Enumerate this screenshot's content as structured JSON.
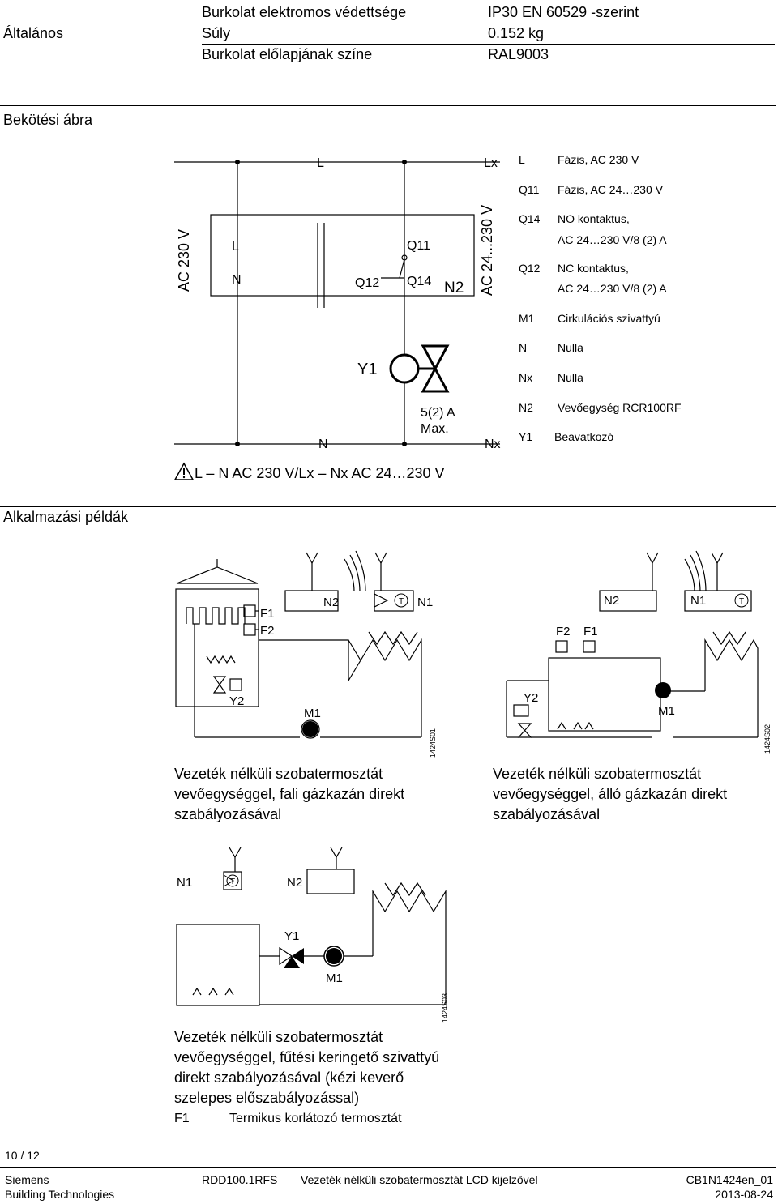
{
  "general": {
    "section_label": "Általános",
    "rows": [
      {
        "label": "Burkolat elektromos védettsége",
        "value": "IP30 EN 60529 -szerint"
      },
      {
        "label": "Súly",
        "value": "0.152 kg"
      },
      {
        "label": "Burkolat előlapjának színe",
        "value": "RAL9003"
      }
    ]
  },
  "wiring": {
    "title": "Bekötési ábra",
    "diagram_labels": {
      "L_top": "L",
      "Lx_top": "Lx",
      "ac230": "AC 230 V",
      "ac24_230": "AC 24...230 V",
      "L_inner": "L",
      "N_inner": "N",
      "Q11": "Q11",
      "Q12": "Q12",
      "Q14": "Q14",
      "N2": "N2",
      "Y1": "Y1",
      "max_current": "5(2) A",
      "max_label": "Max.",
      "N_bottom": "N",
      "Nx_bottom": "Nx"
    },
    "legend": [
      {
        "code": "L",
        "desc": "Fázis, AC 230 V"
      },
      {
        "code": "Q11",
        "desc": "Fázis, AC 24…230  V"
      },
      {
        "code": "Q14",
        "desc": "NO kontaktus,"
      },
      {
        "code": "",
        "desc": "AC 24…230 V/8 (2) A"
      },
      {
        "code": "Q12",
        "desc": "NC kontaktus,"
      },
      {
        "code": "",
        "desc": "AC 24…230 V/8 (2) A"
      },
      {
        "code": "M1",
        "desc": "Cirkulációs szivattyú"
      },
      {
        "code": "N",
        "desc": "Nulla"
      },
      {
        "code": "Nx",
        "desc": "Nulla"
      },
      {
        "code": "N2",
        "desc": "Vevőegység RCR100RF"
      },
      {
        "code": "Y1",
        "desc": "Beavatkozó"
      }
    ],
    "warning": "L – N AC 230 V/Lx – Nx AC 24…230 V"
  },
  "examples": {
    "title": "Alkalmazási példák",
    "diagram1": {
      "N2": "N2",
      "N1": "N1",
      "F1": "F1",
      "F2": "F2",
      "Y2": "Y2",
      "M1": "M1",
      "T": "T",
      "code": "1424S01"
    },
    "diagram2": {
      "N2": "N2",
      "N1": "N1",
      "F1": "F1",
      "F2": "F2",
      "Y2": "Y2",
      "M1": "M1",
      "T": "T",
      "code": "1424S02"
    },
    "diagram3": {
      "N1": "N1",
      "N2": "N2",
      "Y1": "Y1",
      "M1": "M1",
      "T": "T",
      "code": "1424S03"
    },
    "caption1": [
      "Vezeték nélküli szobatermosztát",
      "vevőegységgel, fali gázkazán direkt",
      "szabályozásával"
    ],
    "caption2": [
      "Vezeték nélküli szobatermosztát",
      "vevőegységgel, álló gázkazán direkt",
      "szabályozásával"
    ],
    "caption3": [
      "Vezeték nélküli szobatermosztát",
      "vevőegységgel, fűtési keringető szivattyú",
      "direkt szabályozásával (kézi keverő",
      "szelepes előszabályozással)"
    ],
    "note_code": "F1",
    "note_desc": "Termikus korlátozó termosztát"
  },
  "footer": {
    "page": "10 / 12",
    "company": "Siemens",
    "division": "Building Technologies",
    "product": "RDD100.1RFS",
    "doc_title": "Vezeték nélküli szobatermosztát LCD kijelzővel",
    "doc_code": "CB1N1424en_01",
    "date": "2013-08-24"
  }
}
